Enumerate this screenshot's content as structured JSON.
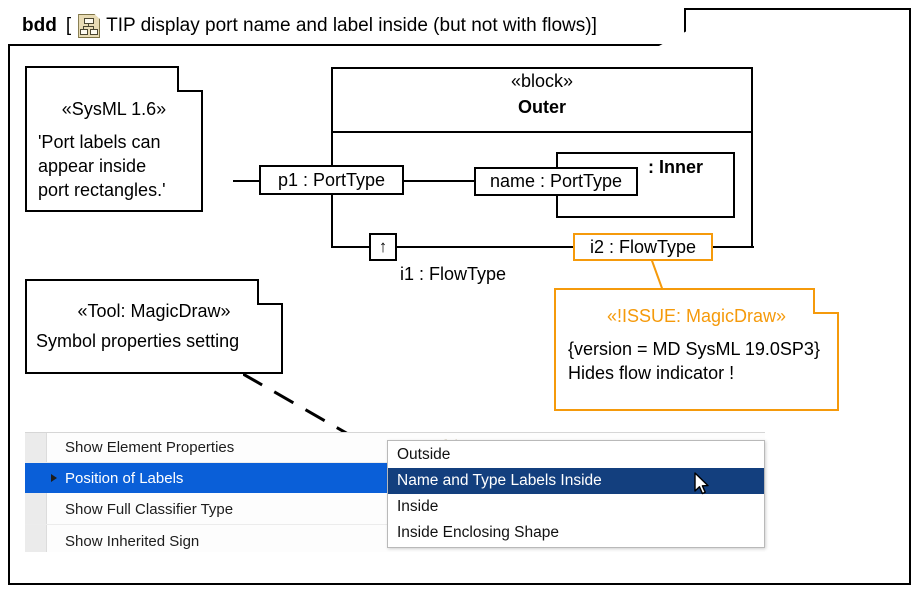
{
  "frame": {
    "kind": "bdd",
    "bracket_open": "[",
    "icon": "diagram-hierarchy-icon",
    "title": "TIP display port name and label inside (but not with flows)]"
  },
  "outer_block": {
    "stereotype": "«block»",
    "name": "Outer",
    "inner_part": {
      "label": ": Inner"
    },
    "ports": [
      {
        "id": "p1",
        "label": "p1 : PortType",
        "color": "#000000"
      },
      {
        "id": "name",
        "label": "name : PortType",
        "color": "#000000"
      },
      {
        "id": "i1",
        "label": "↑",
        "caption": "i1 : FlowType",
        "color": "#000000"
      },
      {
        "id": "i2",
        "label": "i2 : FlowType",
        "color": "#f59a0b"
      }
    ]
  },
  "notes": {
    "sysml": {
      "title": "«SysML 1.6»",
      "lines": [
        "'Port labels can",
        "appear inside",
        "port rectangles.'"
      ]
    },
    "tool": {
      "title": "«Tool: MagicDraw»",
      "lines": [
        "Symbol properties setting"
      ]
    },
    "issue": {
      "title": "«!ISSUE: MagicDraw»",
      "lines": [
        "{version = MD SysML 19.0SP3}",
        "Hides flow indicator !"
      ],
      "color": "#f59a0b"
    }
  },
  "context_menu": {
    "items": [
      {
        "label": "Show Element Properties",
        "selected": false,
        "has_submenu": false
      },
      {
        "label": "Position of Labels",
        "selected": true,
        "has_submenu": true
      },
      {
        "label": "Show Full Classifier Type",
        "selected": false,
        "has_submenu": false
      },
      {
        "label": "Show Inherited Sign",
        "selected": false,
        "has_submenu": false
      }
    ],
    "highlight_color": "#0a5fd8",
    "background_values": [
      "false",
      "false",
      "false",
      "true"
    ]
  },
  "submenu": {
    "items": [
      {
        "label": "Outside",
        "selected": false
      },
      {
        "label": "Name and Type Labels Inside",
        "selected": true
      },
      {
        "label": "Inside",
        "selected": false
      },
      {
        "label": "Inside Enclosing Shape",
        "selected": false
      }
    ],
    "highlight_color": "#133f7e"
  },
  "cursor": {
    "icon": "mouse-pointer-icon"
  }
}
